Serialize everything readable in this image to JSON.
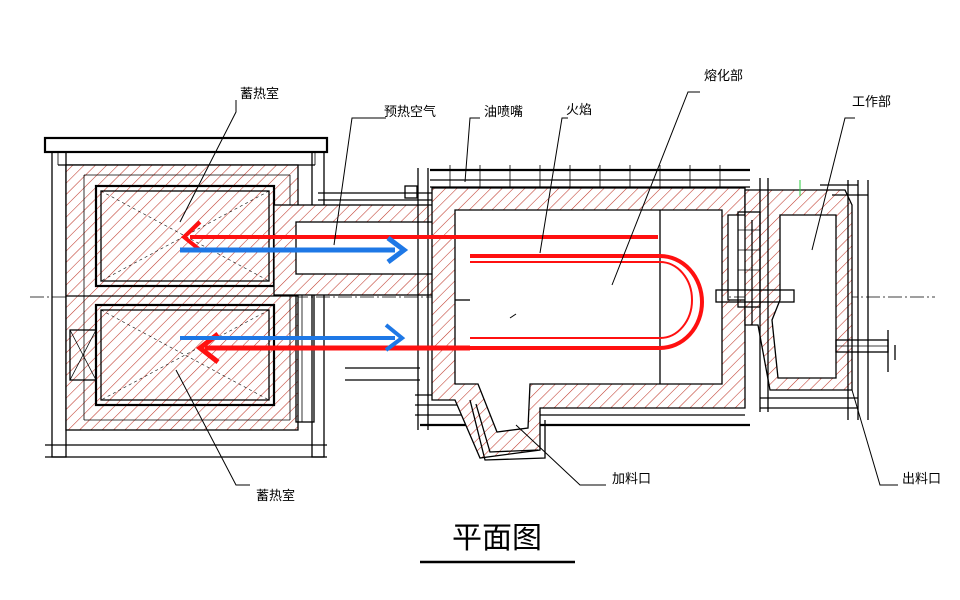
{
  "title": "平面图",
  "labels": {
    "regen_top": "蓄热室",
    "regen_bottom": "蓄热室",
    "preheat_air": "预热空气",
    "burner": "油喷嘴",
    "flame": "火焰",
    "melting": "熔化部",
    "working": "工作部",
    "charging": "加料口",
    "discharge": "出料口"
  },
  "colors": {
    "flame_red": "#ff1010",
    "air_blue": "#1e78e6",
    "hatch_red": "#c0392b",
    "outline": "#000000",
    "accent_green": "#2ecc40"
  },
  "icons": {
    "air_arrow": "blue-arrow-right-icon",
    "flame_arrow": "red-arrow-left-icon"
  }
}
